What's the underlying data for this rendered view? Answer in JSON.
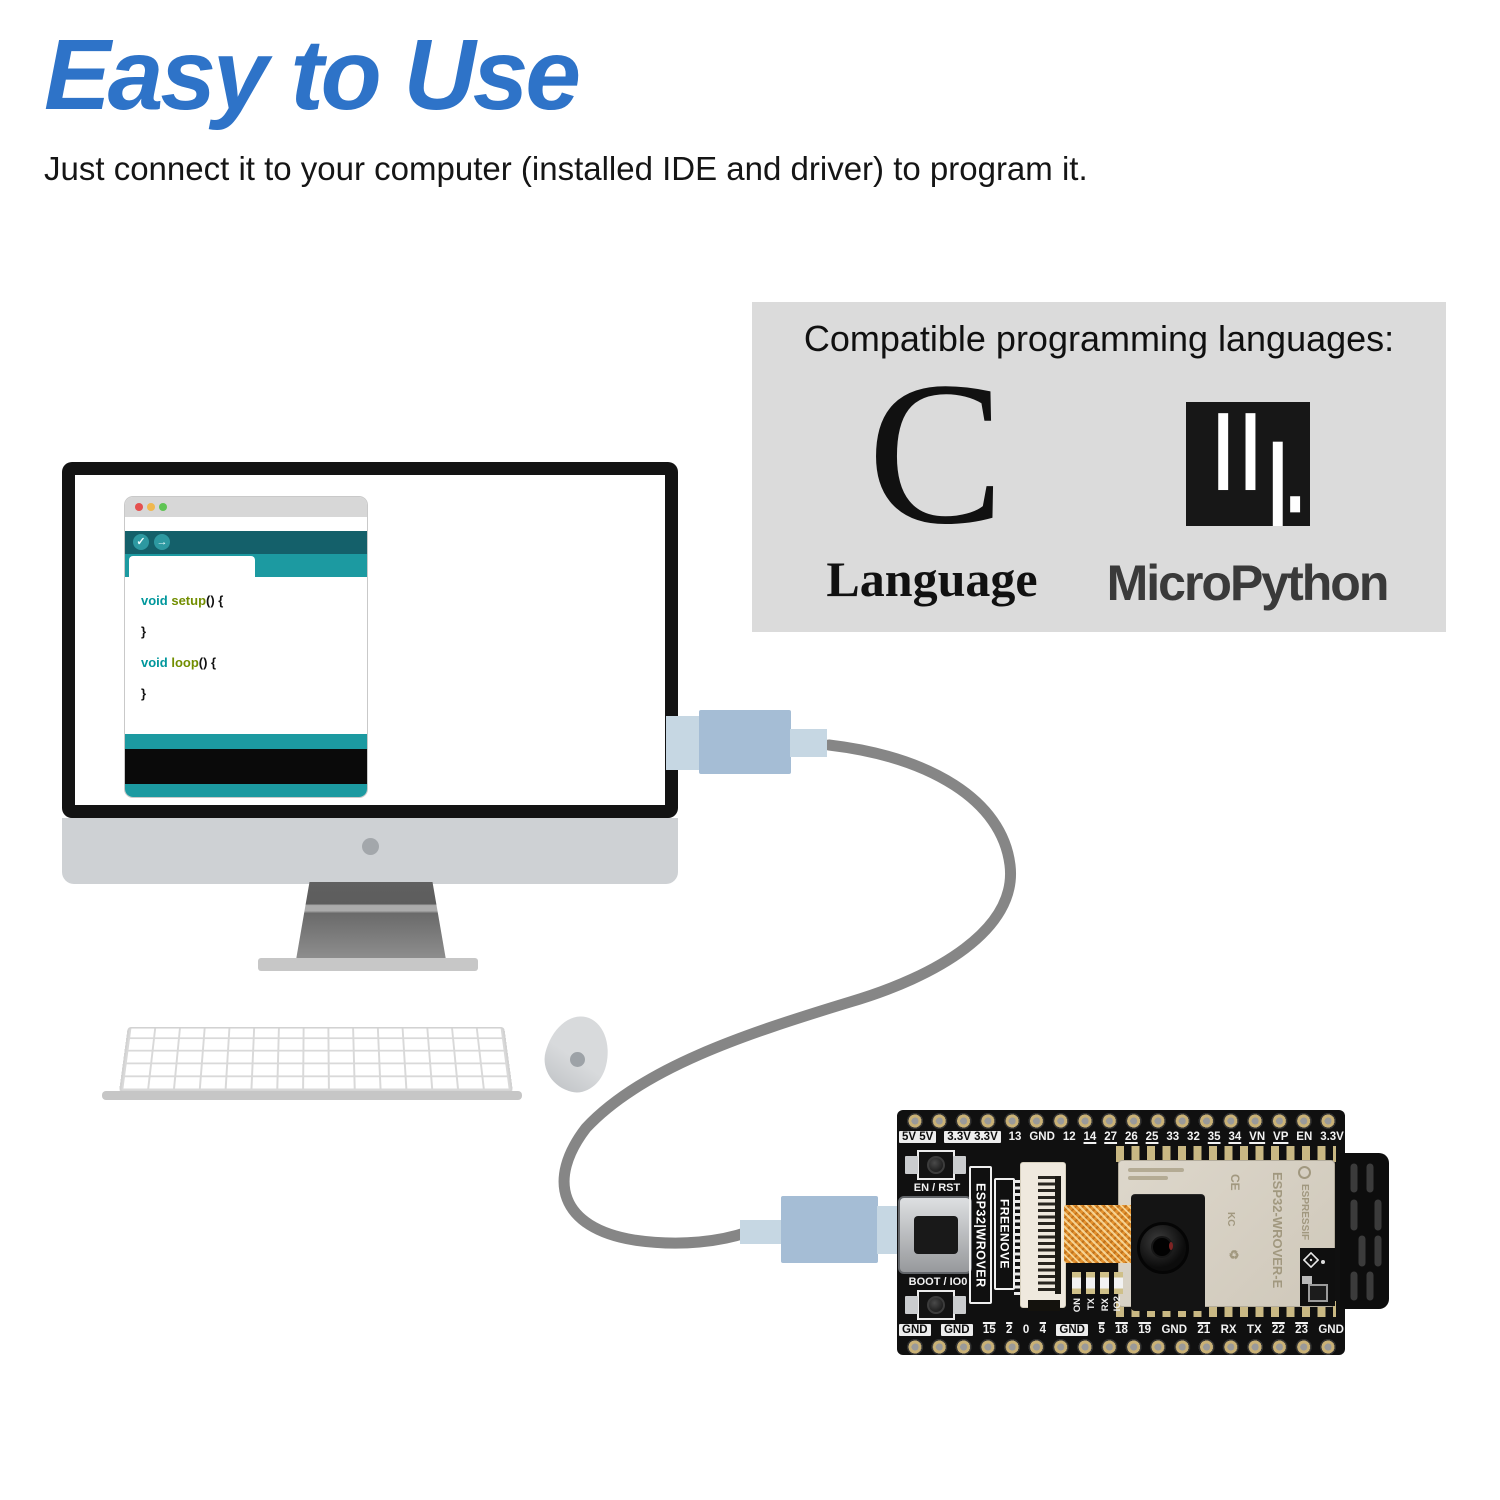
{
  "header": {
    "title": "Easy to Use",
    "subtitle": "Just connect it to your computer (installed IDE and driver) to program it."
  },
  "languages_panel": {
    "title": "Compatible programming languages:",
    "c_glyph": "C",
    "c_label": "Language",
    "micropython_label": "MicroPython"
  },
  "ide": {
    "toolbar_verify": "✓",
    "toolbar_upload": "→",
    "code": {
      "line1_keyword": "void ",
      "line1_function": "setup",
      "line1_punct": "() {",
      "line2": "}",
      "line3_keyword": "void ",
      "line3_function": "loop",
      "line3_punct": "() {",
      "line4": "}"
    }
  },
  "board": {
    "top_labels": [
      "5V 5V",
      "3.3V 3.3V",
      "13",
      "GND",
      "12",
      "14",
      "27",
      "26",
      "25",
      "33",
      "32",
      "35",
      "34",
      "VN",
      "VP",
      "EN",
      "3.3V"
    ],
    "bottom_labels": [
      "GND",
      "GND",
      "15",
      "2",
      "0",
      "4",
      "GND",
      "5",
      "18",
      "19",
      "GND",
      "21",
      "RX",
      "TX",
      "22",
      "23",
      "GND"
    ],
    "reset_button_label": "EN / RST",
    "boot_button_label": "BOOT / IO0",
    "silk_model": "ESP32|WROVER",
    "silk_brand": "FREENOVE",
    "led_labels": [
      "ON",
      "TX",
      "RX",
      "IO2"
    ],
    "module": {
      "brand": "ESPRESSIF",
      "name": "ESP32-WROVER-E",
      "cert_marks": [
        "CE",
        "KC",
        "♻"
      ]
    }
  },
  "colors": {
    "accent_blue": "#2e73c8",
    "arduino_teal": "#1c9aa1",
    "arduino_dark_teal": "#14606a",
    "code_keyword": "#00979c",
    "code_function": "#728e00",
    "panel_gray": "#dbdbdb",
    "cable_gray": "#868686",
    "usb_plug_blue": "#a5bdd5",
    "usb_plug_light_blue": "#c6d7e3",
    "pcb_black": "#101010"
  }
}
